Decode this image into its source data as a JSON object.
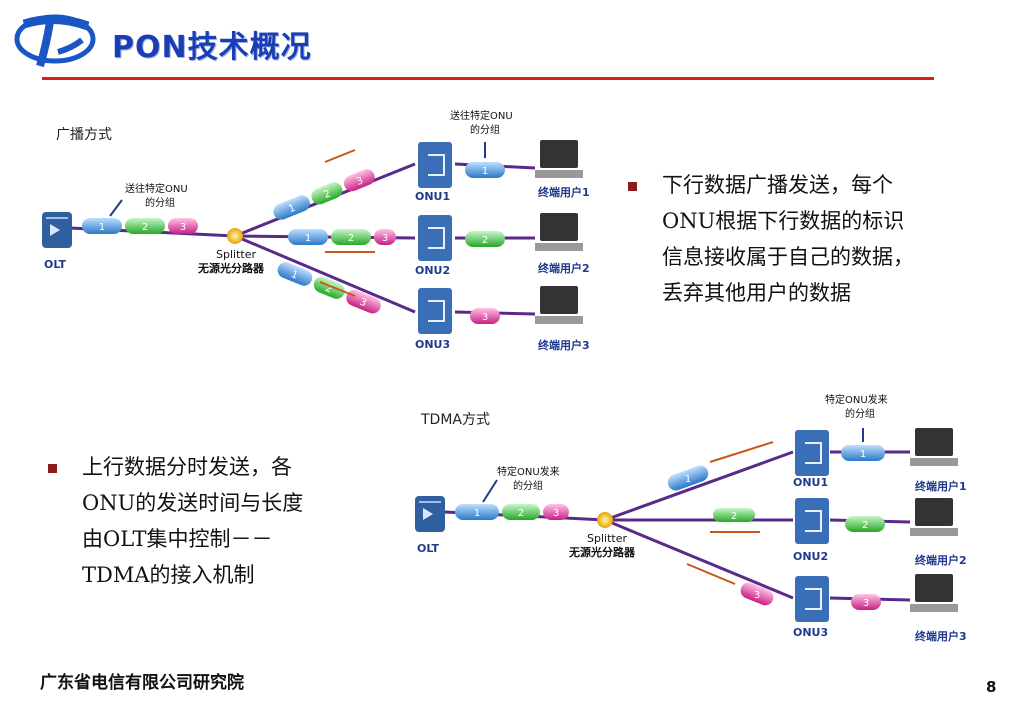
{
  "header": {
    "title": "PON技术概况"
  },
  "top_diagram": {
    "mode_label": "广播方式",
    "olt_label": "OLT",
    "splitter_label": "Splitter",
    "splitter_sublabel": "无源光分路器",
    "olt_callout": "送往特定ONU\n的分组",
    "onu_callout": "送往特定ONU\n的分组",
    "packet_numbers": [
      "1",
      "2",
      "3"
    ],
    "onus": [
      "ONU1",
      "ONU2",
      "ONU3"
    ],
    "users": [
      "终端用户1",
      "终端用户2",
      "终端用户3"
    ]
  },
  "bottom_diagram": {
    "mode_label": "TDMA方式",
    "olt_label": "OLT",
    "splitter_label": "Splitter",
    "splitter_sublabel": "无源光分路器",
    "olt_callout": "特定ONU发来\n的分组",
    "onu_callout": "特定ONU发来\n的分组",
    "packet_numbers": [
      "1",
      "2",
      "3"
    ],
    "onus": [
      "ONU1",
      "ONU2",
      "ONU3"
    ],
    "users": [
      "终端用户1",
      "终端用户2",
      "终端用户3"
    ]
  },
  "bullets": {
    "downstream": [
      "下行数据广播发送，每个",
      "ONU根据下行数据的标识",
      "信息接收属于自己的数据，",
      "丢弃其他用户的数据"
    ],
    "upstream": [
      "上行数据分时发送，各",
      "ONU的发送时间与长度",
      "由OLT集中控制－－",
      "TDMA的接入机制"
    ]
  },
  "footer": {
    "organization": "广东省电信有限公司研究院",
    "page_number": "8"
  },
  "colors": {
    "title": "#1a3fb4",
    "rule": "#d81e1e",
    "fiber": "#5a2a8a",
    "packet1": "#3a8fd9",
    "packet2": "#3cc43c",
    "packet3": "#e0359a",
    "onu_label": "#1f3a8f",
    "user_label": "#1f3a8f",
    "bullet": "#8b1a1a"
  }
}
